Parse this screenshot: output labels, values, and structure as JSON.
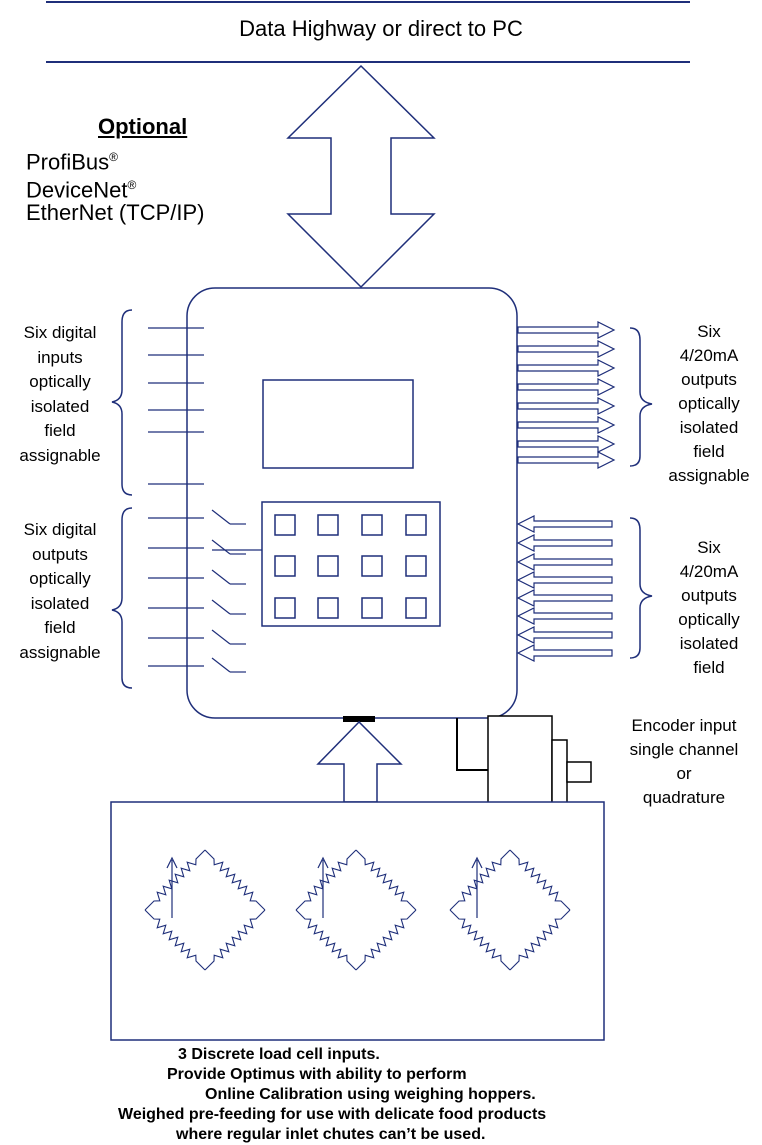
{
  "header": {
    "title": "Data Highway or direct to PC"
  },
  "optional": {
    "heading": "Optional",
    "items": [
      {
        "label": "ProfiBus",
        "mark": "®"
      },
      {
        "label": "DeviceNet",
        "mark": "®"
      },
      {
        "label": "EtherNet (TCP/IP)",
        "mark": ""
      }
    ]
  },
  "left_inputs": {
    "lines": [
      "Six digital",
      "inputs",
      "optically",
      "isolated",
      "field",
      "assignable"
    ]
  },
  "left_outputs": {
    "lines": [
      "Six digital",
      "outputs",
      "optically",
      "isolated",
      "field",
      "assignable"
    ]
  },
  "right_outputs": {
    "lines": [
      "Six",
      "4/20mA",
      "outputs",
      "optically",
      "isolated",
      "field",
      "assignable"
    ]
  },
  "right_inputs": {
    "lines": [
      "Six",
      "4/20mA",
      "outputs",
      "optically",
      "isolated",
      "field"
    ]
  },
  "encoder": {
    "lines": [
      "Encoder  input",
      "single channel",
      "or",
      "quadrature"
    ]
  },
  "caption": {
    "lines": [
      "3 Discrete load cell inputs.",
      "Provide Optimus with ability to perform",
      "Online Calibration using weighing hoppers.",
      "Weighed pre-feeding for use with delicate food products",
      "where regular inlet chutes can’t be used."
    ]
  },
  "colors": {
    "stroke": "#1f2f7a",
    "black": "#000000"
  }
}
